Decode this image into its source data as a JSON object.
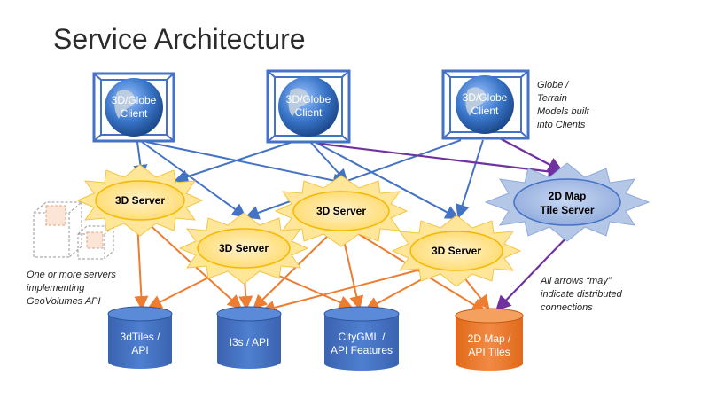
{
  "title": "Service Architecture",
  "clients": [
    {
      "line1": "3D/Globe",
      "line2": "Client"
    },
    {
      "line1": "3D/Globe",
      "line2": "Client"
    },
    {
      "line1": "3D/Globe",
      "line2": "Client"
    }
  ],
  "note_globe": [
    "Globe /",
    "Terrain",
    "Models built",
    "into Clients"
  ],
  "servers": [
    "3D Server",
    "3D Server",
    "3D Server",
    "3D Server"
  ],
  "tile_server": {
    "line1": "2D Map",
    "line2": "Tile Server"
  },
  "note_servers": [
    "One or more servers",
    "implementing",
    "GeoVolumes API"
  ],
  "note_arrows": [
    "All arrows “may”",
    "indicate distributed",
    "connections"
  ],
  "databases": [
    {
      "line1": "3dTiles /",
      "line2": "API"
    },
    {
      "line1": "I3s / API",
      "line2": ""
    },
    {
      "line1": "CityGML /",
      "line2": "API Features"
    },
    {
      "line1": "2D Map /",
      "line2": "API Tiles"
    }
  ],
  "colors": {
    "blue_arrow": "#4472c4",
    "orange_arrow": "#ed7d31",
    "purple_arrow": "#7030a0",
    "db_blue": "#4472c4",
    "db_orange": "#ed7d31",
    "sun_yellow": "#ffd966",
    "tile_blue": "#8faadc"
  }
}
